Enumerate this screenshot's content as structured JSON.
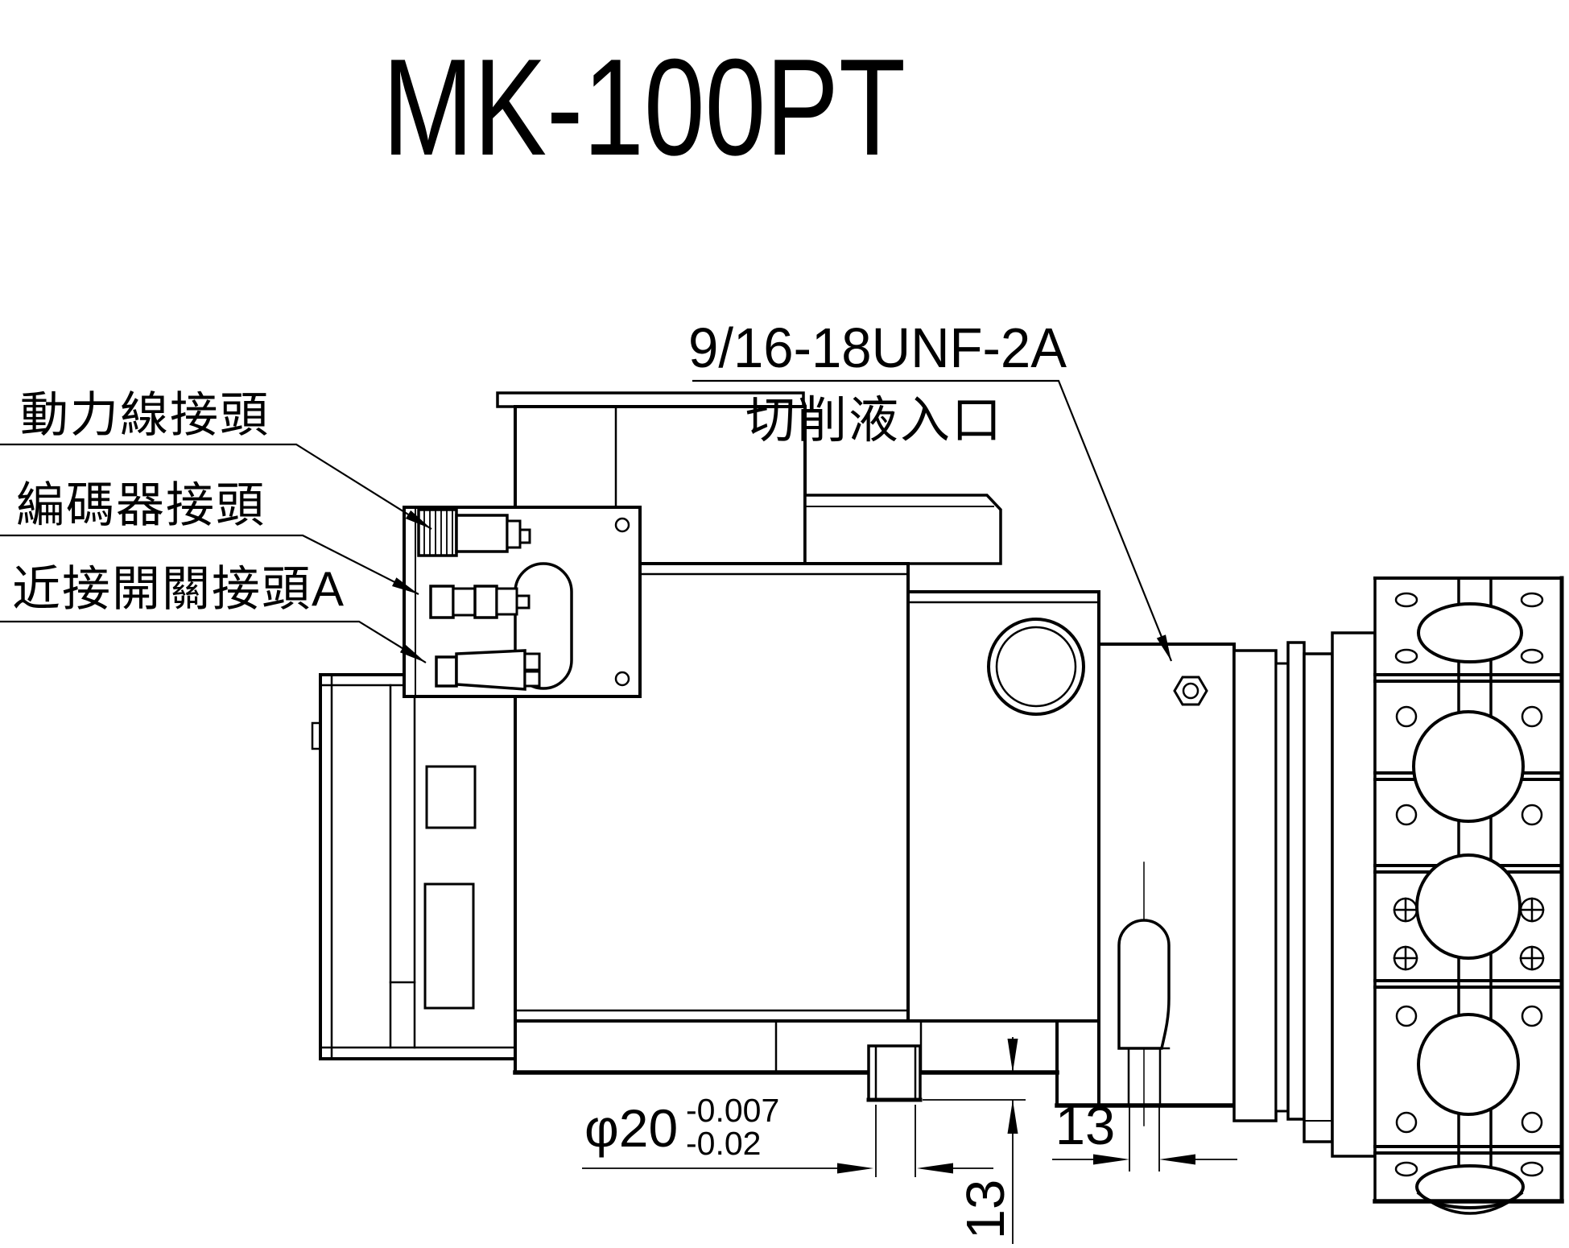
{
  "title": "MK-100PT",
  "callouts": {
    "power": "動力線接頭",
    "encoder": "編碼器接頭",
    "proximity_a": "近接開關接頭A",
    "coolant_thread": "9/16-18UNF-2A",
    "coolant_inlet": "切削液入口"
  },
  "dimensions": {
    "spindle_diameter": "φ20",
    "spindle_tolerance_upper": "-0.007",
    "spindle_tolerance_lower": "-0.02",
    "offset_vertical": "13",
    "offset_horizontal": "13"
  },
  "colors": {
    "line": "#000000",
    "background": "#ffffff"
  }
}
